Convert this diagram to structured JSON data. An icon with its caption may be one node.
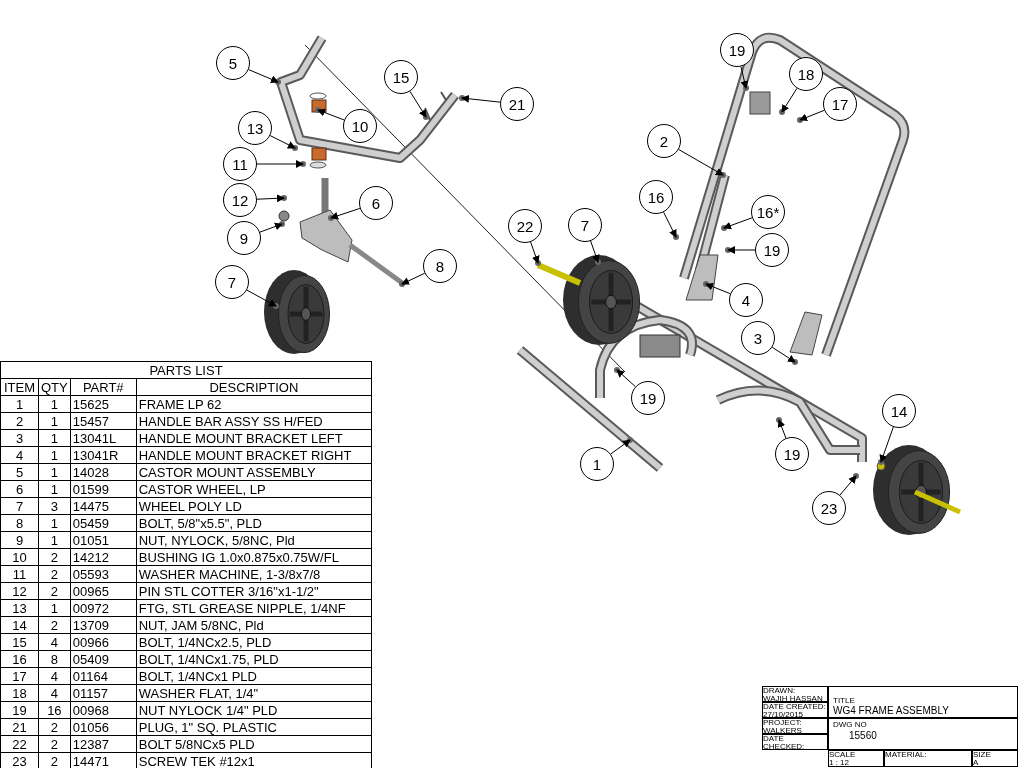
{
  "diagram": {
    "nodes": [
      {
        "text": [
          "5"
        ]
      },
      {
        "text": [
          "15"
        ]
      },
      {
        "text": [
          "21"
        ]
      },
      {
        "text": [
          "10"
        ]
      },
      {
        "text": [
          "13"
        ]
      },
      {
        "text": [
          "11"
        ]
      },
      {
        "text": [
          "12"
        ]
      },
      {
        "text": [
          "6"
        ]
      },
      {
        "text": [
          "9"
        ]
      },
      {
        "text": [
          "8"
        ]
      },
      {
        "text": [
          "7"
        ]
      },
      {
        "text": [
          "19"
        ]
      },
      {
        "text": [
          "18"
        ]
      },
      {
        "text": [
          "17"
        ]
      },
      {
        "text": [
          "2"
        ]
      },
      {
        "text": [
          "16"
        ]
      },
      {
        "text": [
          "16*"
        ]
      },
      {
        "text": [
          "22"
        ]
      },
      {
        "text": [
          "7"
        ]
      },
      {
        "text": [
          "19"
        ]
      },
      {
        "text": [
          "4"
        ]
      },
      {
        "text": [
          "3"
        ]
      },
      {
        "text": [
          "19"
        ]
      },
      {
        "text": [
          "14"
        ]
      },
      {
        "text": [
          "1"
        ]
      },
      {
        "text": [
          "19"
        ]
      },
      {
        "text": [
          "23"
        ]
      }
    ],
    "edges": [
      {
        "from": 0,
        "to": null,
        "arrow": "to"
      },
      {
        "from": 1,
        "to": null,
        "arrow": "to"
      },
      {
        "from": 2,
        "to": null,
        "arrow": "to"
      },
      {
        "from": 3,
        "to": null,
        "arrow": "to"
      },
      {
        "from": 4,
        "to": null,
        "arrow": "to"
      },
      {
        "from": 5,
        "to": null,
        "arrow": "to"
      },
      {
        "from": 6,
        "to": null,
        "arrow": "to"
      },
      {
        "from": 7,
        "to": null,
        "arrow": "to"
      },
      {
        "from": 8,
        "to": null,
        "arrow": "to"
      },
      {
        "from": 9,
        "to": null,
        "arrow": "to"
      },
      {
        "from": 10,
        "to": null,
        "arrow": "to"
      },
      {
        "from": 11,
        "to": null,
        "arrow": "to"
      },
      {
        "from": 12,
        "to": null,
        "arrow": "to"
      },
      {
        "from": 13,
        "to": null,
        "arrow": "to"
      },
      {
        "from": 14,
        "to": null,
        "arrow": "to"
      },
      {
        "from": 15,
        "to": null,
        "arrow": "to"
      },
      {
        "from": 16,
        "to": null,
        "arrow": "to"
      },
      {
        "from": 17,
        "to": null,
        "arrow": "to"
      },
      {
        "from": 18,
        "to": null,
        "arrow": "to"
      },
      {
        "from": 19,
        "to": null,
        "arrow": "to"
      },
      {
        "from": 20,
        "to": null,
        "arrow": "to"
      },
      {
        "from": 21,
        "to": null,
        "arrow": "to"
      },
      {
        "from": 22,
        "to": null,
        "arrow": "to"
      },
      {
        "from": 23,
        "to": null,
        "arrow": "to"
      },
      {
        "from": 24,
        "to": null,
        "arrow": "to"
      },
      {
        "from": 25,
        "to": null,
        "arrow": "to"
      },
      {
        "from": 26,
        "to": null,
        "arrow": "to"
      }
    ],
    "labels": [
      "PARTS LIST",
      "ITEM",
      "QTY",
      "PART#",
      "DESCRIPTION",
      "1",
      "1",
      "15625",
      "FRAME LP 62",
      "2",
      "1",
      "15457",
      "HANDLE BAR ASSY SS H/FED",
      "3",
      "1",
      "13041L",
      "HANDLE MOUNT BRACKET LEFT",
      "4",
      "1",
      "13041R",
      "HANDLE MOUNT BRACKET RIGHT",
      "5",
      "1",
      "14028",
      "CASTOR MOUNT ASSEMBLY",
      "6",
      "1",
      "01599",
      "CASTOR WHEEL, LP",
      "7",
      "3",
      "14475",
      "WHEEL POLY LD",
      "8",
      "1",
      "05459",
      "BOLT, 5/8\"x5.5\", PLD",
      "9",
      "1",
      "01051",
      "NUT, NYLOCK, 5/8NC, Pld",
      "10",
      "2",
      "14212",
      "BUSHING IG 1.0x0.875x0.75W/FL",
      "11",
      "2",
      "05593",
      "WASHER MACHINE, 1-3/8x7/8",
      "12",
      "2",
      "00965",
      "PIN STL COTTER 3/16\"x1-1/2\"",
      "13",
      "1",
      "00972",
      "FTG, STL GREASE NIPPLE, 1/4NF",
      "14",
      "2",
      "13709",
      "NUT, JAM 5/8NC, Pld",
      "15",
      "4",
      "00966",
      "BOLT, 1/4NCx2.5, PLD",
      "16",
      "8",
      "05409",
      "BOLT, 1/4NCx1.75, PLD",
      "17",
      "4",
      "01164",
      "BOLT, 1/4NCx1 PLD",
      "18",
      "4",
      "01157",
      "WASHER FLAT, 1/4\"",
      "19",
      "16",
      "00968",
      "NUT NYLOCK 1/4\" PLD",
      "21",
      "2",
      "01056",
      "PLUG, 1\" SQ. PLASTIC",
      "22",
      "2",
      "12387",
      "BOLT 5/8NCx5 PLD",
      "23",
      "2",
      "14471",
      "SCREW TEK #12x1",
      "DRAWN:",
      "WAJIH HASSAN",
      "DATE CREATED:",
      "27/10/2015",
      "PROJECT:",
      "WALKERS",
      "DATE CHECKED:",
      "TITLE",
      "WG4 FRAME ASSEMBLY",
      "DWG NO",
      "15560",
      "SCALE",
      "1 : 12",
      "MATERIAL:",
      "SIZE",
      "A"
    ]
  }
}
